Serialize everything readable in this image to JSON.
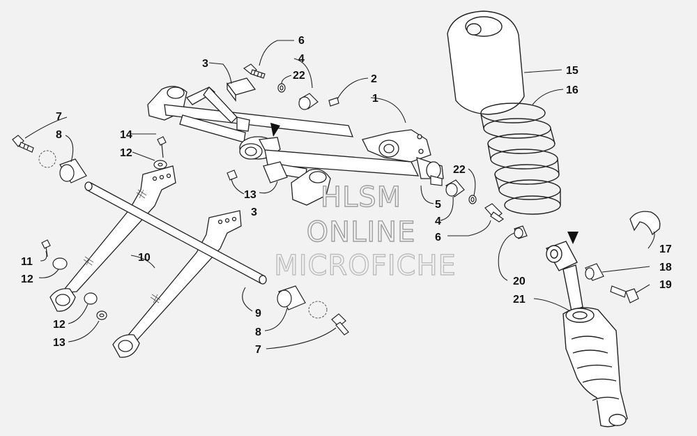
{
  "watermark": {
    "line1": "HLSM",
    "line2": "ONLINE",
    "line3": "MICROFICHE"
  },
  "callouts": {
    "n1": "1",
    "n2": "2",
    "n3a": "3",
    "n3b": "3",
    "n4a": "4",
    "n4b": "4",
    "n5": "5",
    "n6a": "6",
    "n6b": "6",
    "n7a": "7",
    "n7b": "7",
    "n8a": "8",
    "n8b": "8",
    "n9": "9",
    "n10": "10",
    "n11": "11",
    "n12a": "12",
    "n12b": "12",
    "n12c": "12",
    "n13a": "13",
    "n13b": "13",
    "n14": "14",
    "n15": "15",
    "n16": "16",
    "n17": "17",
    "n18": "18",
    "n19": "19",
    "n20": "20",
    "n21": "21",
    "n22a": "22",
    "n22b": "22"
  }
}
